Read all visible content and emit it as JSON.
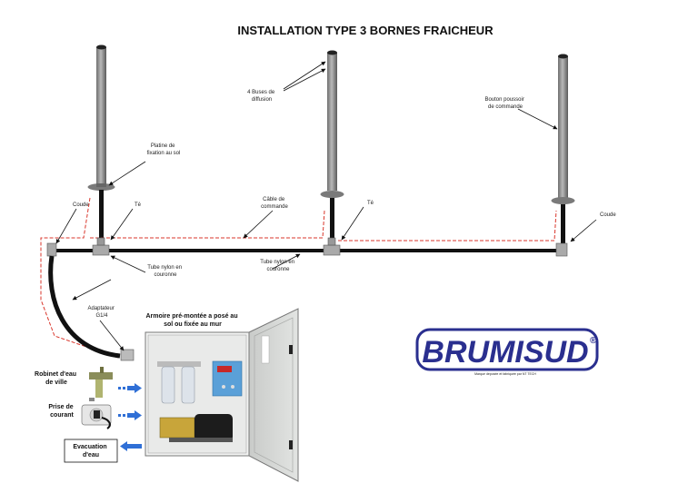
{
  "title": "INSTALLATION TYPE 3 BORNES FRAICHEUR",
  "labels": {
    "platine": [
      "Platine de",
      "fixation au sol"
    ],
    "buses": [
      "4 Buses de",
      "diffusion"
    ],
    "bouton": [
      "Bouton poussoir",
      "de commande"
    ],
    "coude_left": "Coude",
    "te_left": "Té",
    "cable": [
      "Câble de",
      "commande"
    ],
    "te_right": "Té",
    "coude_right": "Coude",
    "tube1": [
      "Tube nylon en",
      "couronne"
    ],
    "tube2": [
      "Tube nylon  en",
      "couronne"
    ],
    "adaptateur": [
      "Adaptateur",
      "G1/4"
    ],
    "armoire": [
      "Armoire pré-montée a posé au",
      "sol ou fixée au mur"
    ],
    "robinet": [
      "Robinet d'eau",
      "de ville"
    ],
    "prise": [
      "Prise de",
      "courant"
    ],
    "evacuation": [
      "Evacuation",
      "d'eau"
    ]
  },
  "brand": {
    "name": "BRUMISUD",
    "reg": "®",
    "tagline": "Marque déposée et fabriquée par NT TECH"
  },
  "colors": {
    "pole": "#8a8a8a",
    "tube": "#111111",
    "cable": "#d9362b",
    "arrow_blue": "#2f6fd6",
    "brand_blue": "#2a2f8f",
    "cabinet": "#d4d6d4"
  }
}
